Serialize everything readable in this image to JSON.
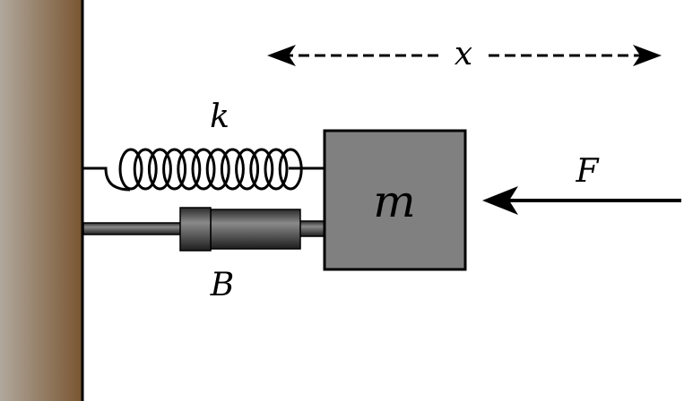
{
  "labels": {
    "displacement": "x",
    "spring_constant": "k",
    "damping": "B",
    "mass": "m",
    "force": "F"
  },
  "colors": {
    "wall_light": "#b0a89c",
    "wall_dark": "#7a5632",
    "mass_fill": "#808080",
    "damper": "#3a3a3a"
  }
}
